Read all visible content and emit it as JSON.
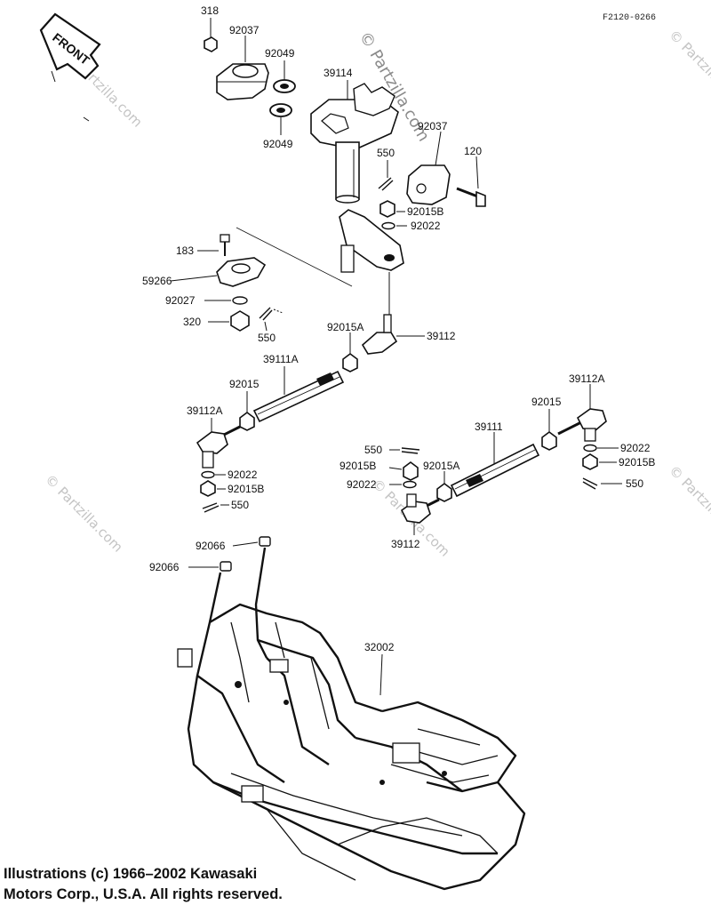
{
  "diagram": {
    "reference_code": "F2120-0266",
    "front_label": "FRONT",
    "watermark_text": "© Partzilla.com",
    "copyright": {
      "line1": "Illustrations (c) 1966–2002 Kawasaki",
      "line2": "Motors Corp., U.S.A.  All rights reserved."
    },
    "part_labels": {
      "p318": "318",
      "p92037_top": "92037",
      "p92049_top": "92049",
      "p92049_bottom": "92049",
      "p39114": "39114",
      "p92037_right": "92037",
      "p120": "120",
      "p550_upper": "550",
      "p92015B_upper": "92015B",
      "p92022_upper": "92022",
      "p183": "183",
      "p59266": "59266",
      "p92027": "92027",
      "p320": "320",
      "p550_mid": "550",
      "p92015A_mid": "92015A",
      "p39112_mid": "39112",
      "p39111A": "39111A",
      "p92015_left": "92015",
      "p39112A_left": "39112A",
      "p92022_left": "92022",
      "p92015B_left": "92015B",
      "p550_left": "550",
      "p39112A_right": "39112A",
      "p92015_right": "92015",
      "p39111": "39111",
      "p550_center": "550",
      "p92015B_center": "92015B",
      "p92015A_center": "92015A",
      "p92022_center": "92022",
      "p39112_lower": "39112",
      "p92022_right": "92022",
      "p92015B_right": "92015B",
      "p550_right": "550",
      "p92066_a": "92066",
      "p92066_b": "92066",
      "p32002": "32002"
    }
  }
}
